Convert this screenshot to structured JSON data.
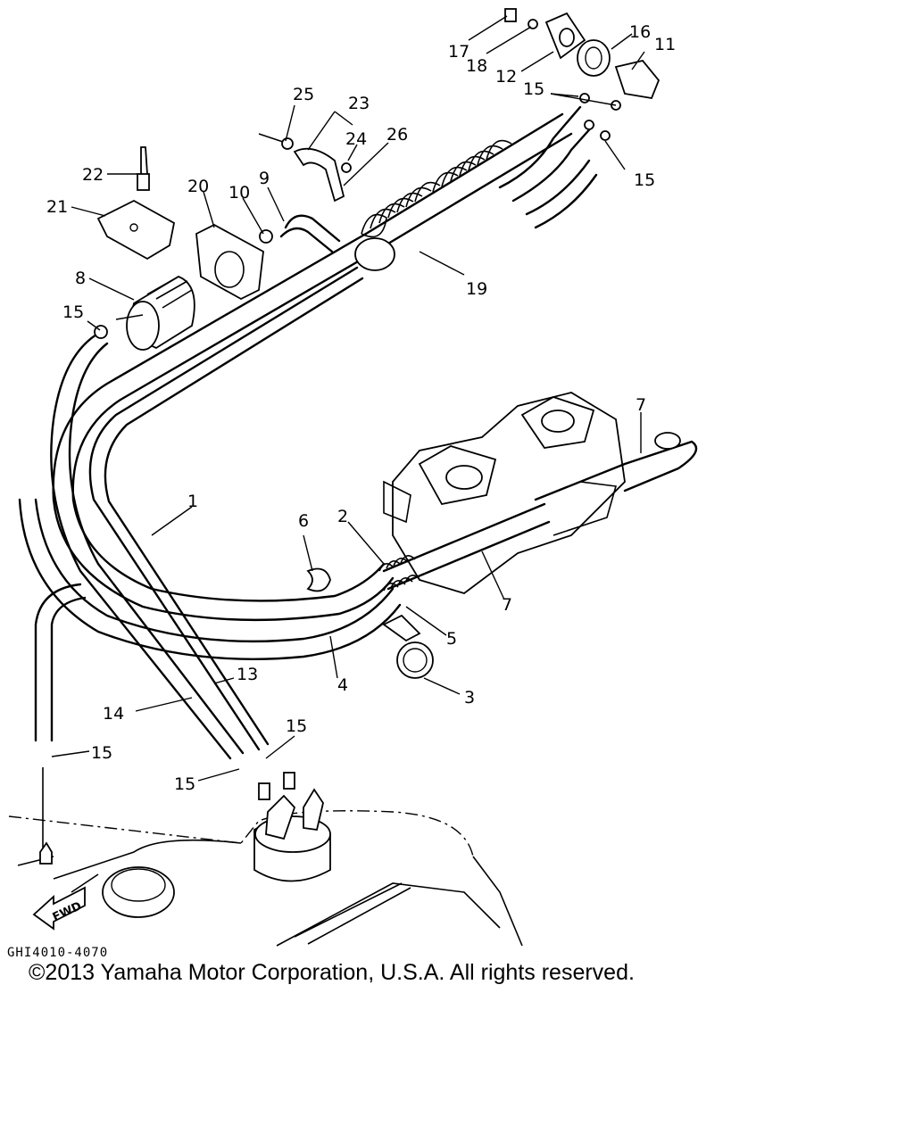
{
  "drawing_id": "GHI4010-4070",
  "copyright": "©2013 Yamaha Motor Corporation, U.S.A. All rights reserved.",
  "fwd_label": "FWD",
  "callouts": {
    "c1": "1",
    "c2": "2",
    "c3": "3",
    "c4": "4",
    "c5": "5",
    "c6": "6",
    "c7a": "7",
    "c7b": "7",
    "c8": "8",
    "c9": "9",
    "c10": "10",
    "c11": "11",
    "c12": "12",
    "c13": "13",
    "c14": "14",
    "c15a": "15",
    "c15b": "15",
    "c15c": "15",
    "c15d": "15",
    "c15e": "15",
    "c15f": "15",
    "c16": "16",
    "c17": "17",
    "c18": "18",
    "c19": "19",
    "c20": "20",
    "c21": "21",
    "c22": "22",
    "c23": "23",
    "c24": "24",
    "c25": "25",
    "c26": "26"
  }
}
